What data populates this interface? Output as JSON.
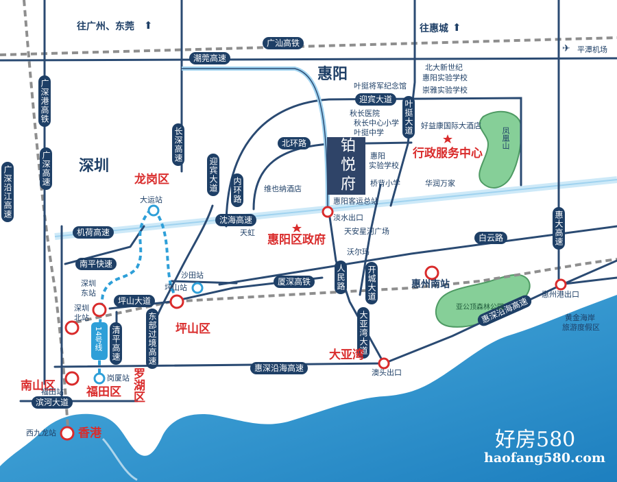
{
  "title_top_left": "往广州、东莞",
  "title_top_right": "往惠城",
  "cities": {
    "huiyang": "惠阳",
    "shenzhen": "深圳"
  },
  "project": "铂悦府",
  "districts": {
    "longgang": "龙岗区",
    "pingshan": "坪山区",
    "nanshan": "南山区",
    "futian": "福田区",
    "luohu": "罗湖区",
    "xianggang": "香港",
    "dayawan": "大亚湾",
    "huiyang_gov": "惠阳区政府",
    "admin_center": "行政服务中心",
    "huizhou_south": "惠州南站"
  },
  "roads": {
    "guangshan": "广汕高铁",
    "chaowan": "潮莞高速",
    "yingbin_road": "迎宾大道",
    "beihuan": "北环路",
    "shenshan": "沈海高速",
    "jihe": "机荷高速",
    "nanping": "南平快速",
    "pingshan_road": "坪山大道",
    "xiashen": "厦深高铁",
    "baiyun": "白云路",
    "huishen_coast": "惠深沿海高速",
    "huishen_coast2": "惠深沿海高速",
    "binhe": "滨河大道",
    "changshen": "长深高速",
    "yingbin_v": "迎宾大道",
    "neihuan": "内环路",
    "dongbu": "东部过境高速",
    "qingping": "清平高速",
    "line14": "14号线",
    "guangshen_hsr": "广深港高铁",
    "guangshen_hw": "广深高速",
    "guangshen_coast": "广深沿江高速",
    "yeting": "叶挺大道",
    "renmin": "人民路",
    "kaicheng": "开城大道",
    "dayawan_road": "大亚湾大道",
    "huida": "惠大高速"
  },
  "pois": {
    "pingtan_airport": "平潭机场",
    "beida_school": "北大新世纪",
    "beida_school2": "惠阳实验学校",
    "chongya": "崇雅实验学校",
    "yeting_memorial": "叶挺将军纪念馆",
    "qiuchang_hospital": "秋长医院",
    "qiuchang_primary": "秋长中心小学",
    "yeting_middle": "叶挺中学",
    "haoyikang": "好益康国际大酒店",
    "fenghuang": "凤凰山",
    "huiyang_school": "惠阳",
    "huiyang_school2": "实验学校",
    "qiaobei": "桥背小学",
    "huarun": "华润万家",
    "weiyena": "维也纳酒店",
    "bus_station": "惠阳客运总站",
    "danshui_exit": "淡水出口",
    "tianhong": "天虹",
    "tianan": "天安星河广场",
    "walmart": "沃尔玛",
    "dingding_park": "亚公顶森林公园",
    "huizhou_port_exit": "惠州港出口",
    "golden_coast": "黄金海岸",
    "golden_coast2": "旅游度假区",
    "aotou_exit": "澳头出口",
    "dayun": "大运站",
    "shatian": "沙田站",
    "pingshan_st": "坪山站",
    "shenzhen_east": "深圳",
    "shenzhen_east2": "东站",
    "shenzhen_north": "深圳",
    "shenzhen_north2": "北站",
    "gangxia": "岗厦站",
    "futian_st": "福田站",
    "west_kowloon": "西九龙站"
  },
  "watermark": {
    "cn": "好房580",
    "url": "haofang580.com"
  },
  "colors": {
    "road": "#2a4a72",
    "rail_gray": "#8e8e8e",
    "sea": "#2e8fc8",
    "park": "#7fc893",
    "red": "#d92b2b",
    "metro": "#2e9fd8"
  }
}
